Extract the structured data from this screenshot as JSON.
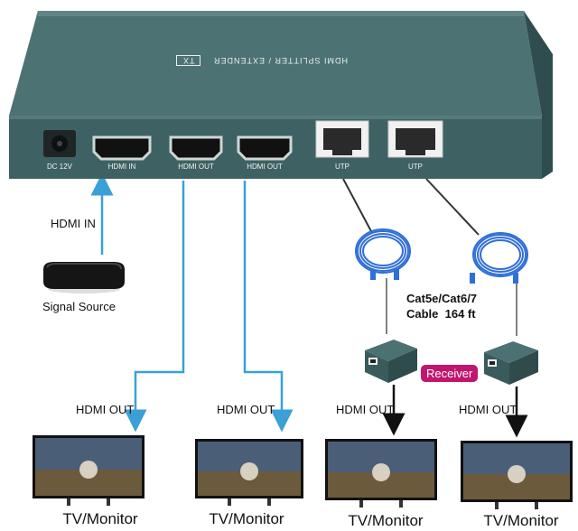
{
  "device": {
    "top_label": "HDMI SPLITTER / EXTENDER",
    "badge": "TX",
    "ports": [
      {
        "id": "dc",
        "label": "DC 12V"
      },
      {
        "id": "hdmi-in",
        "label": "HDMI IN"
      },
      {
        "id": "hdmi-out-1",
        "label": "HDMI OUT"
      },
      {
        "id": "hdmi-out-2",
        "label": "HDMI OUT"
      },
      {
        "id": "utp-1",
        "label": "UTP"
      },
      {
        "id": "utp-2",
        "label": "UTP"
      }
    ]
  },
  "input": {
    "link_label": "HDMI IN",
    "source_label": "Signal Source"
  },
  "cable": {
    "line1": "Cat5e/Cat6/7",
    "line2": "Cable  164 ft"
  },
  "receiver_label": "Receiver",
  "outputs": [
    {
      "link_label": "HDMI OUT",
      "caption": "TV/Monitor"
    },
    {
      "link_label": "HDMI OUT",
      "caption": "TV/Monitor"
    },
    {
      "link_label": "HDMI OUT",
      "caption": "TV/Monitor"
    },
    {
      "link_label": "HDMI OUT",
      "caption": "TV/Monitor"
    }
  ],
  "colors": {
    "device_body": "#3e6263",
    "hdmi_line": "#3aa0d6",
    "utp_line": "#333333",
    "receiver_badge": "#c0166e",
    "cable_blue": "#2f6fd8"
  }
}
